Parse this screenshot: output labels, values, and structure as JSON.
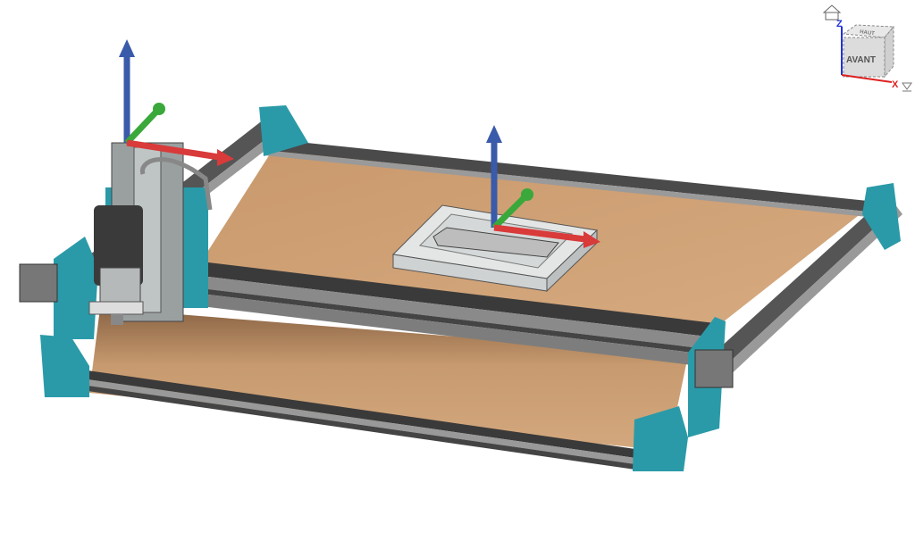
{
  "viewcube": {
    "front_label": "AVANT",
    "top_label": "HAUT",
    "axis_z": "Z",
    "axis_x": "X"
  },
  "colors": {
    "mdf": "#c99a6e",
    "mdf_shadow": "#a87b52",
    "teal": "#2a9aa8",
    "rail": "#3a3a3a",
    "axis_x": "#d93a3a",
    "axis_y": "#3aa83a",
    "axis_z": "#3a5aaa",
    "workpiece": "#e4e6e6"
  },
  "scene": {
    "model": "cnc-router-assembly"
  }
}
